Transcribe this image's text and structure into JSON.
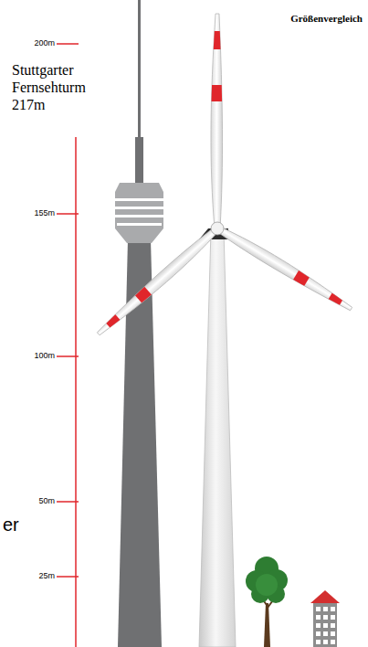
{
  "diagram": {
    "title": "Größenvergleich",
    "labels": [
      "Stuttgarter Fernsehturm 217m",
      "200m",
      "155m",
      "100m",
      "50m",
      "25m",
      "er"
    ]
  }
}
